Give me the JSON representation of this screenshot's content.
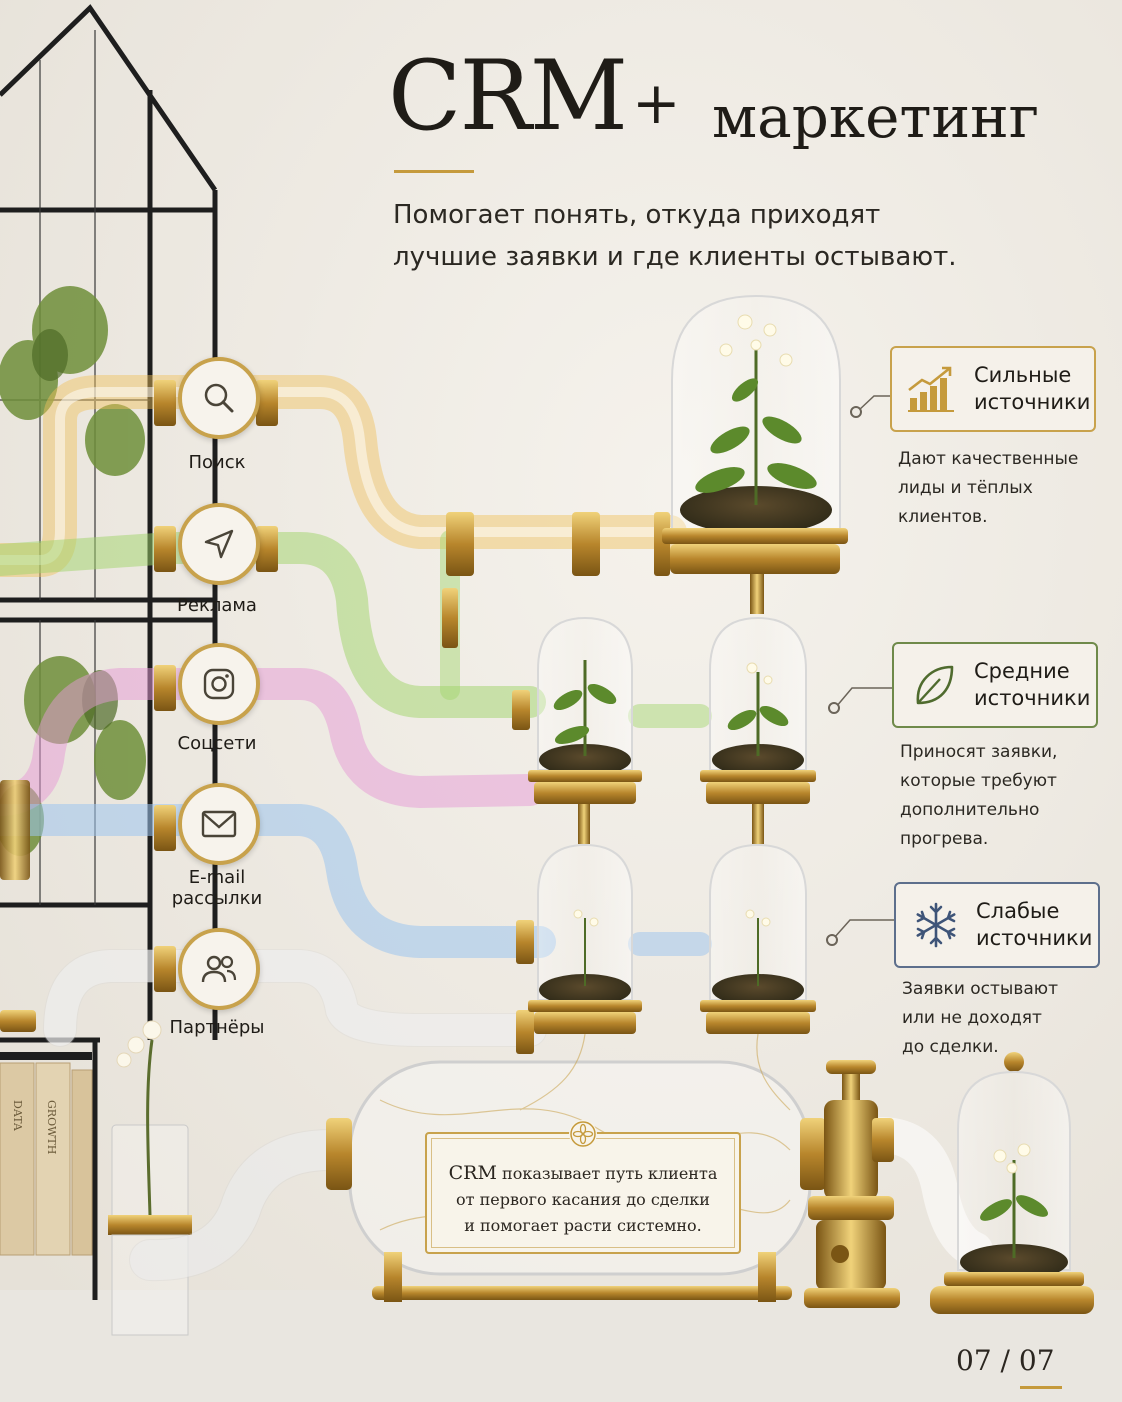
{
  "title": {
    "crm": "CRM",
    "plus": "+",
    "marketing": "маркетинг"
  },
  "subtitle": [
    "Помогает понять, откуда приходят",
    "лучшие заявки и где клиенты остывают."
  ],
  "channels": [
    {
      "label": "Поиск",
      "icon": "search-icon",
      "color": "#e8b64e"
    },
    {
      "label": "Реклама",
      "icon": "navigation-icon",
      "color": "#9fd46a"
    },
    {
      "label": "Соцсети",
      "icon": "instagram-icon",
      "color": "#e59ad6"
    },
    {
      "label": "E-mail рассылки",
      "icon": "mail-icon",
      "color": "#9cc4ee"
    },
    {
      "label": "Партнёры",
      "icon": "users-icon",
      "color": "#e4e4e4"
    }
  ],
  "tiers": [
    {
      "title": [
        "Сильные",
        "источники"
      ],
      "icon": "growth-chart-icon",
      "border": "#c8a24c",
      "description": [
        "Дают качественные",
        "лиды и тёплых",
        "клиентов."
      ]
    },
    {
      "title": [
        "Средние",
        "источники"
      ],
      "icon": "leaf-icon",
      "border": "#6f8a4a",
      "description": [
        "Приносят заявки,",
        "которые требуют",
        "дополнительно",
        "прогрева."
      ]
    },
    {
      "title": [
        "Слабые",
        "источники"
      ],
      "icon": "snowflake-icon",
      "border": "#5d6f8c",
      "description": [
        "Заявки остывают",
        "или не доходят",
        "до сделки."
      ]
    }
  ],
  "crm_note": {
    "lead": "CRM",
    "line1_rest": " показывает путь клиента",
    "line2": "от первого касания до сделки",
    "line3": "и помогает расти системно."
  },
  "books": [
    "DATA",
    "GROWTH"
  ],
  "page": {
    "current": "07",
    "separator": "/",
    "total": "07"
  },
  "colors": {
    "gold": "#c59a3c",
    "background": "#efebe4"
  }
}
